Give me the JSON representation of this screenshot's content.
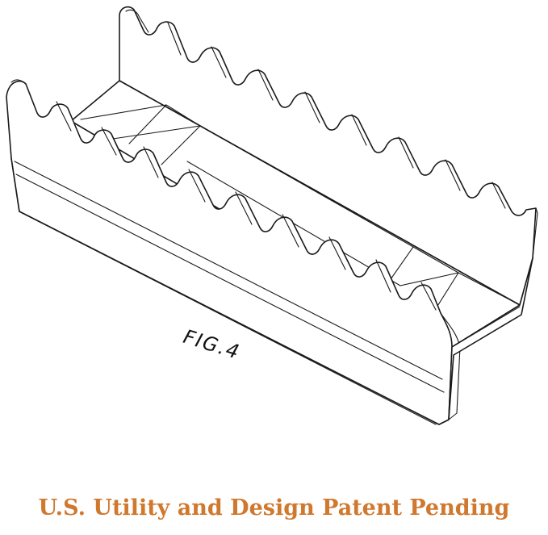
{
  "figure": {
    "label": "FIG.4",
    "subject": "Wavy slotted tray patent line drawing"
  },
  "caption": {
    "text": "U.S. Utility and Design Patent Pending",
    "color": "#d0782e"
  }
}
